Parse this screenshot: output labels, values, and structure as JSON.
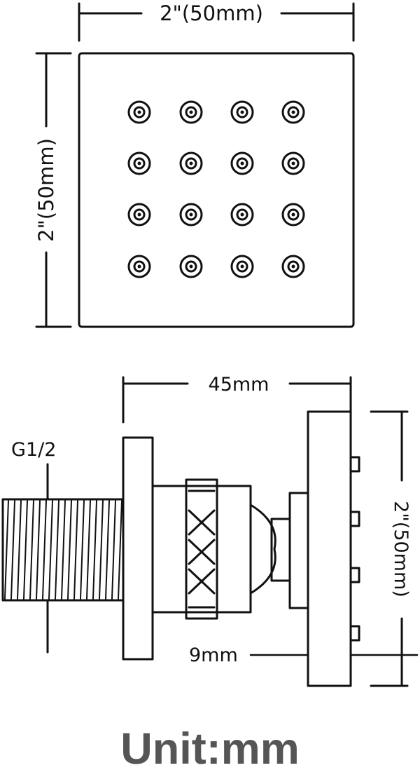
{
  "front_view": {
    "width_label": "2\"(50mm)",
    "height_label": "2\"(50mm)",
    "nozzle_rows": 4,
    "nozzle_cols": 4
  },
  "side_view": {
    "length_label": "45mm",
    "height_label": "2\"(50mm)",
    "thread_label": "G1/2",
    "offset_label": "9mm"
  },
  "footer": {
    "unit_label": "Unit:mm"
  }
}
